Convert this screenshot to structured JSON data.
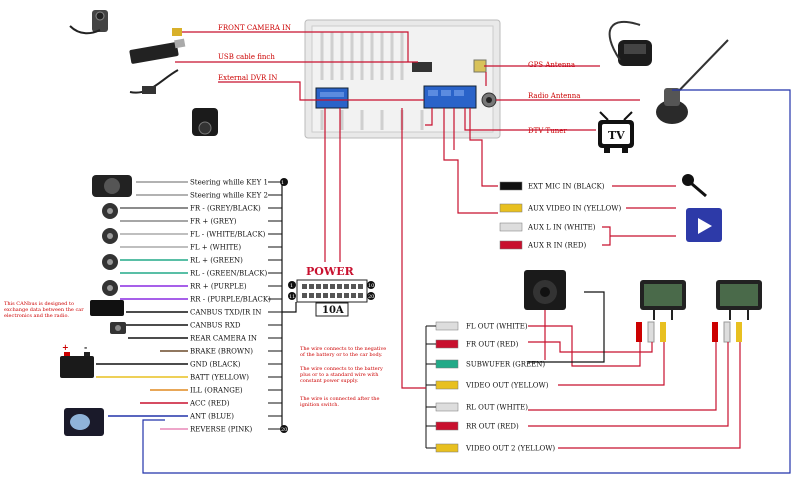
{
  "colors": {
    "red": "#c8102e",
    "blue": "#2233aa",
    "purple": "#8a2be2",
    "black": "#111111"
  },
  "top_connections": {
    "front_camera": "FRONT CAMERA IN",
    "usb": "USB cable finch",
    "dvr": "External DVR IN",
    "gps": "GPS Antenna",
    "radio": "Radio Antenna",
    "dtv": "DTV Tuner"
  },
  "power": {
    "title": "POWER",
    "fuse": "10A",
    "pin_left_top": "1",
    "pin_left_bottom": "11",
    "pin_right_top": "10",
    "pin_right_bottom": "20"
  },
  "left_wires": [
    {
      "label": "Steering whille KEY 1",
      "pin": "1"
    },
    {
      "label": "Steering whille KEY 2"
    },
    {
      "label": "FR - (GREY/BLACK)"
    },
    {
      "label": "FR + (GREY)"
    },
    {
      "label": "FL - (WHITE/BLACK)"
    },
    {
      "label": "FL + (WHITE)"
    },
    {
      "label": "RL + (GREEN)"
    },
    {
      "label": "RL - (GREEN/BLACK)"
    },
    {
      "label": "RR + (PURPLE)"
    },
    {
      "label": "RR - (PURPLE/BLACK)"
    },
    {
      "label": "CANBUS TXD/IR IN"
    },
    {
      "label": "CANBUS RXD"
    },
    {
      "label": "REAR CAMERA IN"
    },
    {
      "label": "BRAKE (BROWN)"
    },
    {
      "label": "GND (BLACK)"
    },
    {
      "label": "BATT (YELLOW)"
    },
    {
      "label": "ILL (ORANGE)"
    },
    {
      "label": "ACC (RED)"
    },
    {
      "label": "ANT (BLUE)"
    },
    {
      "label": "REVERSE (PINK)",
      "pin": "20"
    }
  ],
  "canbus_note": "This CANbus is designed to exchange data between the car electronics and the radio.",
  "notes": {
    "gnd": "The wire connects to the negative of the battery or to the car body.",
    "batt": "The wire connects to the battery plus or to a standard wire with constant power supply.",
    "acc": "The wire is connected after the ignition switch."
  },
  "battery": {
    "plus": "+",
    "minus": "-"
  },
  "tv_label": "TV",
  "inputs": [
    {
      "label": "EXT MIC IN (BLACK)"
    },
    {
      "label": "AUX VIDEO IN (YELLOW)"
    },
    {
      "label": "AUX L IN (WHITE)"
    },
    {
      "label": "AUX R IN (RED)"
    }
  ],
  "outputs": [
    {
      "label": "FL OUT (WHITE)"
    },
    {
      "label": "FR OUT (RED)"
    },
    {
      "label": "SUBWUFER (GREEN)"
    },
    {
      "label": "VIDEO OUT (YELLOW)"
    },
    {
      "label": "RL OUT (WHITE)"
    },
    {
      "label": "RR OUT (RED)"
    },
    {
      "label": "VIDEO OUT 2 (YELLOW)"
    }
  ]
}
